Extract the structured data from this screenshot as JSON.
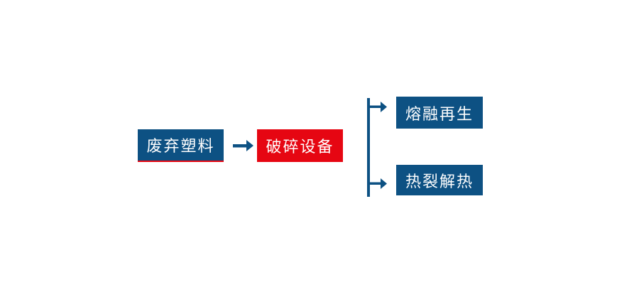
{
  "diagram": {
    "type": "flowchart",
    "title": "",
    "nodes": [
      {
        "id": "waste-plastic",
        "label": "废弃塑料",
        "fill": "#0d5183",
        "underline": "#e60612",
        "text_color": "#ffffff"
      },
      {
        "id": "crushing-equipment",
        "label": "破碎设备",
        "fill": "#e60612",
        "text_color": "#ffffff"
      },
      {
        "id": "melt-regeneration",
        "label": "熔融再生",
        "fill": "#0d5183",
        "text_color": "#ffffff"
      },
      {
        "id": "thermal-pyrolysis",
        "label": "热裂解热",
        "fill": "#0d5183",
        "text_color": "#ffffff"
      }
    ],
    "edges": [
      {
        "from": "waste-plastic",
        "to": "crushing-equipment",
        "style": "arrow-right"
      },
      {
        "from": "crushing-equipment",
        "to": "melt-regeneration",
        "style": "branch-arrow-right"
      },
      {
        "from": "crushing-equipment",
        "to": "thermal-pyrolysis",
        "style": "branch-arrow-right"
      }
    ],
    "colors": {
      "blue": "#0d5183",
      "red": "#e60612",
      "text": "#ffffff",
      "background": "#ffffff"
    }
  }
}
